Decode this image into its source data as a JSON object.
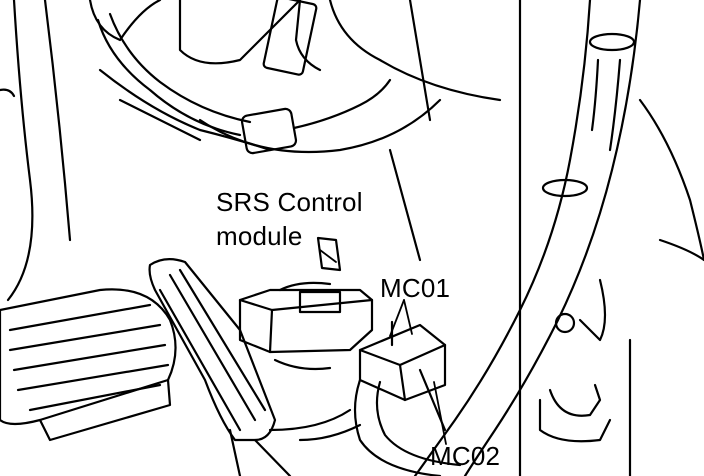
{
  "labels": {
    "srs_line1": "SRS Control",
    "srs_line2": "module",
    "mc01": "MC01",
    "mc02": "MC02"
  },
  "colors": {
    "line": "#000000",
    "background": "#ffffff"
  }
}
